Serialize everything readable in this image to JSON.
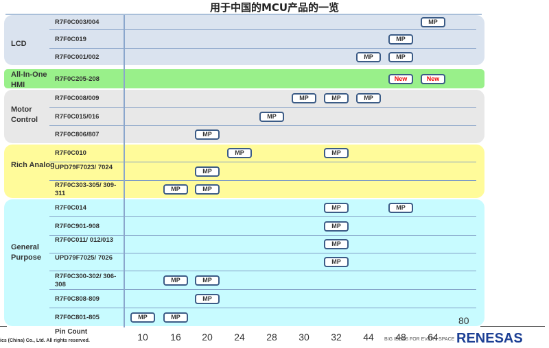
{
  "title": "用于中国的MCU产品的一览",
  "colors": {
    "lcd": "#dae3ef",
    "hmi": "#99f08a",
    "motor": "#e8e8e8",
    "rich_analog": "#fffb9a",
    "general": "#c8fbff",
    "badge_border": "#3b5b86",
    "new_text": "#ee0000",
    "brand": "#1c3f94"
  },
  "pin_counts": [
    "10",
    "16",
    "20",
    "24",
    "28",
    "30",
    "32",
    "44",
    "48",
    "64",
    "80"
  ],
  "pin_count_label": "Pin Count",
  "page_number": "80",
  "footer": {
    "copyright": "ics (China) Co., Ltd. All rights reserved.",
    "slogan": "BIG IDEAS FOR EVERY SPACE",
    "logo": "RENESAS"
  },
  "groups": [
    {
      "label": "LCD",
      "rows": [
        {
          "part": "R7F0C003/004",
          "badges": [
            {
              "pin": "64",
              "text": "MP"
            }
          ]
        },
        {
          "part": "R7F0C019",
          "badges": [
            {
              "pin": "48",
              "text": "MP"
            }
          ]
        },
        {
          "part": "R7F0C001/002",
          "badges": [
            {
              "pin": "44",
              "text": "MP"
            },
            {
              "pin": "48",
              "text": "MP"
            }
          ]
        }
      ]
    },
    {
      "label": "All-In-One HMI",
      "rows": [
        {
          "part": "R7F0C205-208",
          "badges": [
            {
              "pin": "48",
              "text": "New"
            },
            {
              "pin": "64",
              "text": "New"
            }
          ]
        }
      ]
    },
    {
      "label": "Motor Control",
      "rows": [
        {
          "part": "R7F0C008/009",
          "badges": [
            {
              "pin": "30",
              "text": "MP"
            },
            {
              "pin": "32",
              "text": "MP"
            },
            {
              "pin": "44",
              "text": "MP"
            }
          ]
        },
        {
          "part": "R7F0C015/016",
          "badges": [
            {
              "pin": "28",
              "text": "MP"
            }
          ]
        },
        {
          "part": "R7F0C806/807",
          "badges": [
            {
              "pin": "20",
              "text": "MP"
            }
          ]
        }
      ]
    },
    {
      "label": "Rich Analog",
      "rows": [
        {
          "part": "R7F0C010",
          "badges": [
            {
              "pin": "24",
              "text": "MP"
            },
            {
              "pin": "32",
              "text": "MP"
            }
          ]
        },
        {
          "part": "UPD79F7023/ 7024",
          "badges": [
            {
              "pin": "20",
              "text": "MP"
            }
          ]
        },
        {
          "part": "R7F0C303-305/ 309-311",
          "badges": [
            {
              "pin": "16",
              "text": "MP"
            },
            {
              "pin": "20",
              "text": "MP"
            }
          ]
        }
      ]
    },
    {
      "label": "General Purpose",
      "rows": [
        {
          "part": "R7F0C014",
          "badges": [
            {
              "pin": "32",
              "text": "MP"
            },
            {
              "pin": "48",
              "text": "MP"
            }
          ]
        },
        {
          "part": "R7F0C901-908",
          "badges": [
            {
              "pin": "32",
              "text": "MP"
            }
          ]
        },
        {
          "part": "R7F0C011/ 012/013",
          "badges": [
            {
              "pin": "32",
              "text": "MP"
            }
          ]
        },
        {
          "part": "UPD79F7025/ 7026",
          "badges": [
            {
              "pin": "32",
              "text": "MP"
            }
          ]
        },
        {
          "part": "R7F0C300-302/ 306-308",
          "badges": [
            {
              "pin": "16",
              "text": "MP"
            },
            {
              "pin": "20",
              "text": "MP"
            }
          ]
        },
        {
          "part": "R7F0C808-809",
          "badges": [
            {
              "pin": "20",
              "text": "MP"
            }
          ]
        },
        {
          "part": "R7F0C801-805",
          "badges": [
            {
              "pin": "10",
              "text": "MP"
            },
            {
              "pin": "16",
              "text": "MP"
            }
          ]
        }
      ]
    }
  ]
}
